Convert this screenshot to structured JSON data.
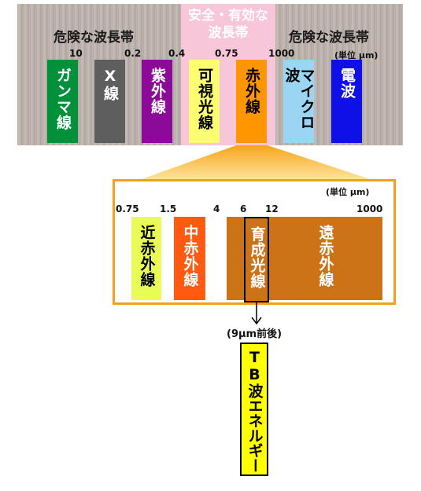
{
  "top": {
    "danger_left": "危険な波長帯",
    "danger_right": "危険な波長帯",
    "safe_line1": "安全・有効な",
    "safe_line2": "波長帯",
    "unit": "(単位 µm)",
    "ticks": [
      "10",
      "0.2",
      "0.4",
      "0.75",
      "1000"
    ],
    "bands": [
      {
        "label": "ガンマ線",
        "color": "#00913a",
        "text_color": "#ffffff"
      },
      {
        "label": "X線",
        "color": "#5e5e5e",
        "text_color": "#ffffff"
      },
      {
        "label": "紫外線",
        "color": "#8b0a98",
        "text_color": "#ffffff"
      },
      {
        "label": "可視光線",
        "color": "#fdfd74",
        "text_color": "#000000"
      },
      {
        "label": "赤外線",
        "color": "#ff9600",
        "text_color": "#000000"
      },
      {
        "label": "マイクロ波",
        "color": "#9ad5f3",
        "text_color": "#000000"
      },
      {
        "label": "電波",
        "color": "#0f0fe8",
        "text_color": "#ffffff"
      }
    ]
  },
  "detail": {
    "unit": "(単位 µm)",
    "ticks": [
      "0.75",
      "1.5",
      "4",
      "6",
      "12",
      "1000"
    ],
    "bands": [
      {
        "label": "近赤外線",
        "color": "#e9fb55",
        "text_color": "#000000"
      },
      {
        "label": "中赤外線",
        "color": "#ff5a10",
        "text_color": "#ffffff"
      },
      {
        "label": "育成光線",
        "color": "#cc7318",
        "text_color": "#ffffff"
      },
      {
        "label": "遠赤外線",
        "color": "#cc7318",
        "text_color": "#ffffff"
      }
    ]
  },
  "callout": "(9µm前後)",
  "tb_label": "TB波エネルギー"
}
